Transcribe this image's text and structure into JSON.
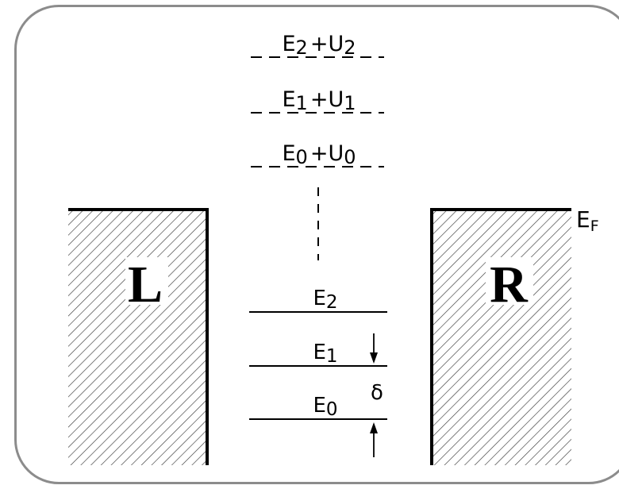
{
  "diagram": {
    "electrodes": {
      "left_label": "L",
      "right_label": "R"
    },
    "fermi_label": {
      "base": "E",
      "sub": "F"
    },
    "charging_levels": [
      {
        "e_base": "E",
        "e_sub": "2",
        "plus": "+",
        "u_base": "U",
        "u_sub": "2"
      },
      {
        "e_base": "E",
        "e_sub": "1",
        "plus": "+",
        "u_base": "U",
        "u_sub": "1"
      },
      {
        "e_base": "E",
        "e_sub": "0",
        "plus": "+",
        "u_base": "U",
        "u_sub": "0"
      }
    ],
    "single_particle_levels": [
      {
        "base": "E",
        "sub": "2"
      },
      {
        "base": "E",
        "sub": "1"
      },
      {
        "base": "E",
        "sub": "0"
      }
    ],
    "spacing_label": "δ"
  }
}
